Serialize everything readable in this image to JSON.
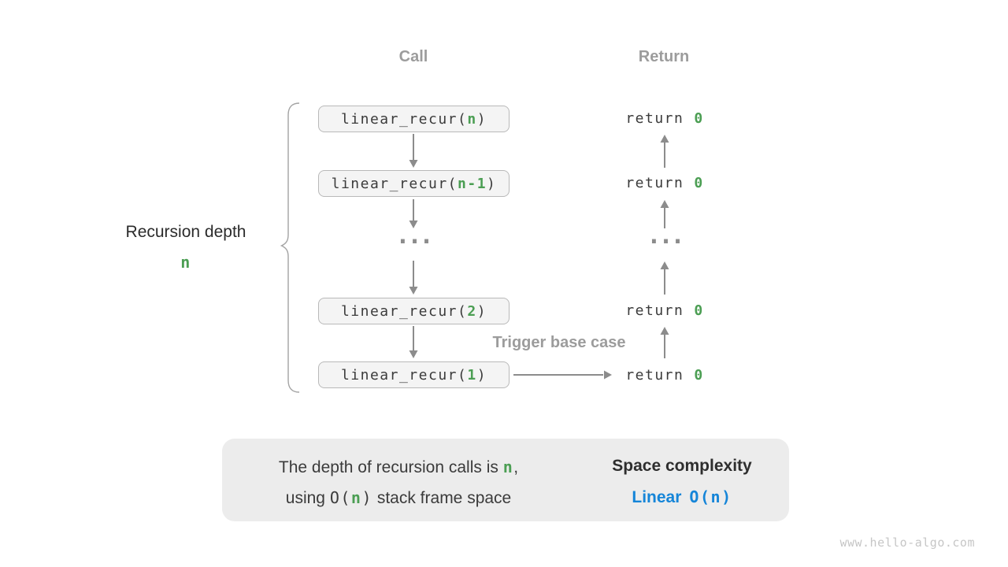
{
  "headers": {
    "call": "Call",
    "return": "Return"
  },
  "depth_label": {
    "text": "Recursion depth",
    "value": "n"
  },
  "call_stack": [
    {
      "pre": "linear_recur(",
      "arg": "n",
      "post": ")"
    },
    {
      "pre": "linear_recur(",
      "arg": "n-1",
      "post": ")"
    },
    {
      "pre": "linear_recur(",
      "arg": "2",
      "post": ")"
    },
    {
      "pre": "linear_recur(",
      "arg": "1",
      "post": ")"
    }
  ],
  "return_stmt": {
    "keyword": "return",
    "value": "0"
  },
  "ellipsis": "...",
  "trigger_label": "Trigger base case",
  "summary": {
    "line1": {
      "pre": "The depth of recursion calls is ",
      "code": "n",
      "post": ","
    },
    "line2": {
      "pre": "using ",
      "code": {
        "open": "O(",
        "n": "n",
        "close": ")"
      },
      "post": " stack frame space"
    },
    "result": {
      "title": "Space complexity",
      "label": "Linear",
      "code": {
        "open": "O(",
        "n": "n",
        "close": ")"
      }
    }
  },
  "watermark": "www.hello-algo.com",
  "colors": {
    "green": "#4b9e53",
    "blue": "#1585d8",
    "arrow_gray": "#8c8c8c",
    "header_gray": "#9c9c9c",
    "code_text": "#3b3b3b",
    "box_bg": "#f4f4f4",
    "box_border": "#b9b9b9",
    "panel_bg": "#ececec",
    "watermark_gray": "#c6c6c6"
  }
}
